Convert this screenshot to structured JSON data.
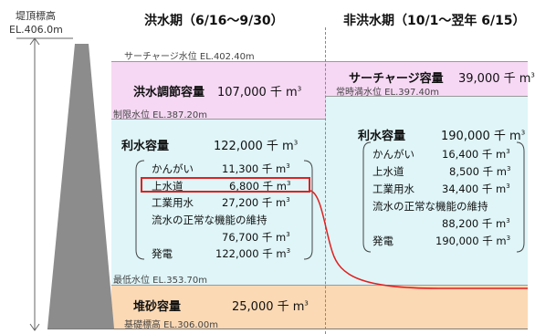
{
  "dam": {
    "crest_label": "堤頂標高",
    "crest_elevation": "EL.406.0m"
  },
  "periods": {
    "flood": "洪水期（6/16～9/30）",
    "non_flood": "非洪水期（10/1～翌年 6/15）"
  },
  "levels": {
    "surcharge": "サーチャージ水位 EL.402.40m",
    "normal_full": "常時満水位 EL.397.40m",
    "limit": "制限水位 EL.387.20m",
    "minimum": "最低水位 EL.353.70m",
    "foundation": "基礎標高 EL.306.00m"
  },
  "flood_period": {
    "flood_control": {
      "label": "洪水調節容量",
      "value": "107,000 千 m",
      "sup": "3"
    },
    "water_use": {
      "label": "利水容量",
      "value": "122,000 千 m",
      "sup": "3"
    },
    "uses": [
      {
        "name": "かんがい",
        "value": "11,300 千 m",
        "sup": "3"
      },
      {
        "name": "上水道",
        "value": "6,800 千 m",
        "sup": "3"
      },
      {
        "name": "工業用水",
        "value": "27,200 千 m",
        "sup": "3"
      },
      {
        "name": "流水の正常な機能の維持",
        "value": "",
        "sup": ""
      },
      {
        "name": "",
        "value": "76,700 千 m",
        "sup": "3"
      },
      {
        "name": "発電",
        "value": "122,000 千 m",
        "sup": "3"
      }
    ]
  },
  "non_flood_period": {
    "surcharge": {
      "label": "サーチャージ容量",
      "value": "39,000 千 m",
      "sup": "3"
    },
    "water_use": {
      "label": "利水容量",
      "value": "190,000 千 m",
      "sup": "3"
    },
    "uses": [
      {
        "name": "かんがい",
        "value": "16,400 千 m",
        "sup": "3"
      },
      {
        "name": "上水道",
        "value": "8,500 千 m",
        "sup": "3"
      },
      {
        "name": "工業用水",
        "value": "34,400 千 m",
        "sup": "3"
      },
      {
        "name": "流水の正常な機能の維持",
        "value": "",
        "sup": ""
      },
      {
        "name": "",
        "value": "88,200 千 m",
        "sup": "3"
      },
      {
        "name": "発電",
        "value": "190,000 千 m",
        "sup": "3"
      }
    ]
  },
  "sediment": {
    "label": "堆砂容量",
    "value": "25,000 千 m",
    "sup": "3"
  },
  "colors": {
    "flood_control": "#f6d8f4",
    "water_use": "#dff5f8",
    "sediment": "#fbd9b4",
    "dam": "#8c8c8c",
    "highlight": "#e02020"
  }
}
